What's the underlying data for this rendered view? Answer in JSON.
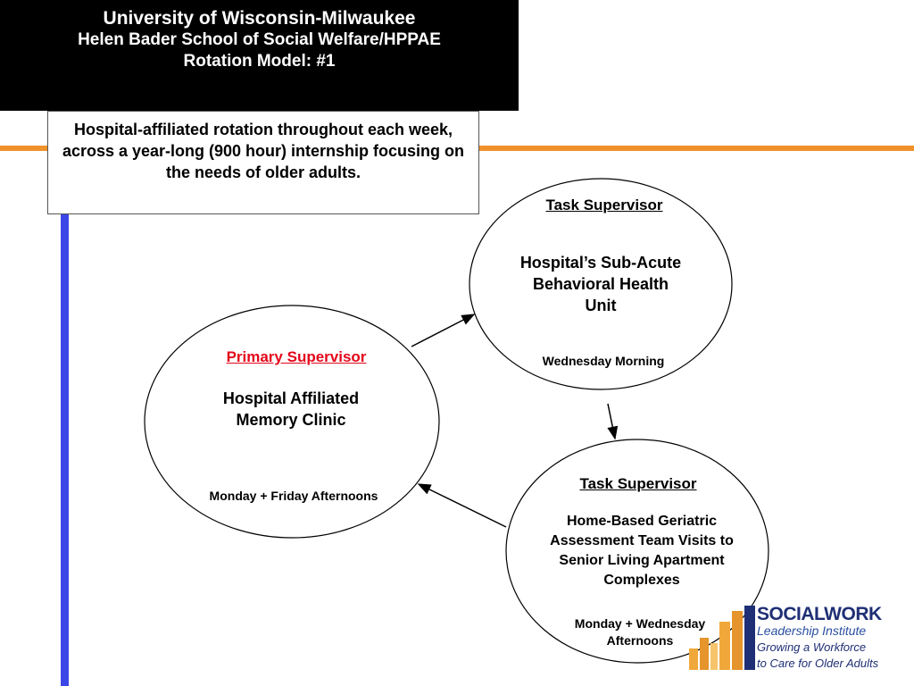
{
  "header": {
    "line1": "University of Wisconsin-Milwaukee",
    "line2": "Helen Bader School of Social Welfare/HPPAE",
    "line3": "Rotation Model: #1"
  },
  "description": "Hospital-affiliated rotation throughout each week, across a year-long (900 hour) internship focusing on the needs of older adults.",
  "nodes": {
    "primary": {
      "role": "Primary Supervisor",
      "site": "Hospital Affiliated Memory Clinic",
      "schedule": "Monday + Friday Afternoons"
    },
    "task1": {
      "role": "Task Supervisor",
      "site": "Hospital’s Sub-Acute Behavioral Health Unit",
      "schedule": "Wednesday Morning"
    },
    "task2": {
      "role": "Task Supervisor",
      "site": "Home-Based Geriatric Assessment Team Visits to Senior Living Apartment Complexes",
      "schedule": "Monday + Wednesday Afternoons"
    }
  },
  "logo": {
    "name": "SOCIALWORK",
    "subtitle": "Leadership Institute",
    "tagline1": "Growing a Workforce",
    "tagline2": "to Care for Older Adults"
  },
  "colors": {
    "accent_orange": "#f0922b",
    "accent_blue": "#3b46e6",
    "primary_role_red": "#e3061b"
  }
}
